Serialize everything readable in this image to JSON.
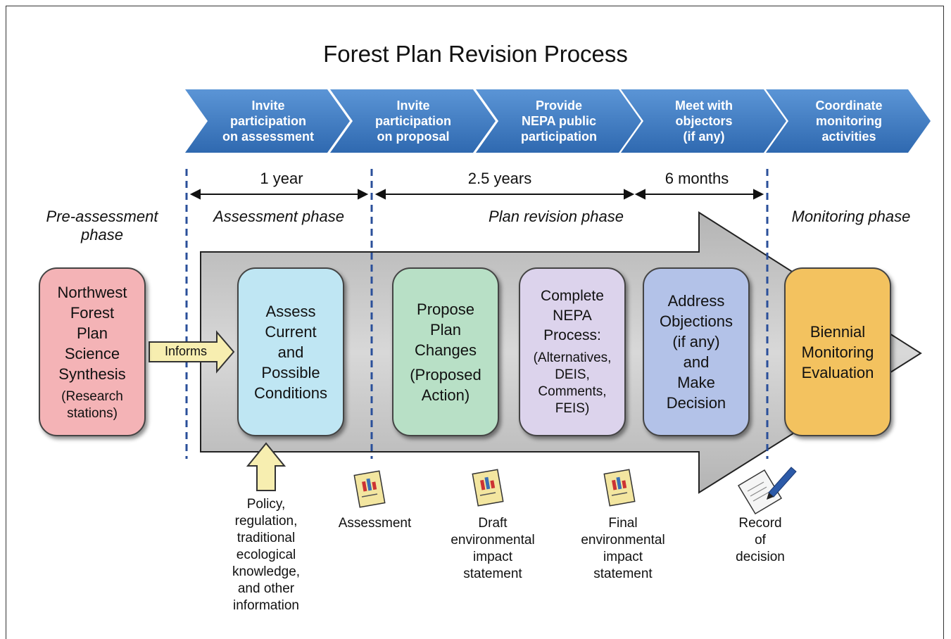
{
  "title": "Forest Plan Revision Process",
  "steps": [
    {
      "label": "Invite\nparticipation\non assessment"
    },
    {
      "label": "Invite\nparticipation\non proposal"
    },
    {
      "label": "Provide\nNEPA public\nparticipation"
    },
    {
      "label": "Meet with\nobjectors\n(if any)"
    },
    {
      "label": "Coordinate\nmonitoring\nactivities"
    }
  ],
  "durations": [
    "1 year",
    "2.5 years",
    "6 months"
  ],
  "phases": {
    "pre": "Pre-assessment\nphase",
    "assessment": "Assessment phase",
    "revision": "Plan revision phase",
    "monitoring": "Monitoring phase"
  },
  "informs_label": "Informs",
  "boxes": [
    {
      "main": "Northwest\nForest\nPlan\nScience\nSynthesis",
      "sub": "(Research\nstations)",
      "color": "#f4b3b6"
    },
    {
      "main": "Assess\nCurrent\nand\nPossible\nConditions",
      "sub": "",
      "color": "#bfe6f3"
    },
    {
      "main": "Propose\nPlan\nChanges",
      "sub": "(Proposed\nAction)",
      "color": "#b8e0c6"
    },
    {
      "main": "Complete\nNEPA\nProcess:",
      "sub": "(Alternatives,\nDEIS,\nComments,\nFEIS)",
      "color": "#dcd3ec"
    },
    {
      "main": "Address\nObjections\n(if any)\nand\nMake\nDecision",
      "sub": "",
      "color": "#b3c2e8"
    },
    {
      "main": "Biennial\nMonitoring\nEvaluation",
      "sub": "",
      "color": "#f3c25f"
    }
  ],
  "outputs": {
    "inputs": "Policy,\nregulation,\ntraditional\necological\nknowledge,\nand other\ninformation",
    "assessment": "Assessment",
    "deis": "Draft\nenvironmental\nimpact\nstatement",
    "feis": "Final\nenvironmental\nimpact\nstatement",
    "record": "Record\nof\ndecision"
  },
  "colors": {
    "chevron": "#3f7cc3",
    "big_arrow": "#c9c9c9",
    "dash": "#2a4f9a",
    "informs": "#f7eeb0"
  }
}
